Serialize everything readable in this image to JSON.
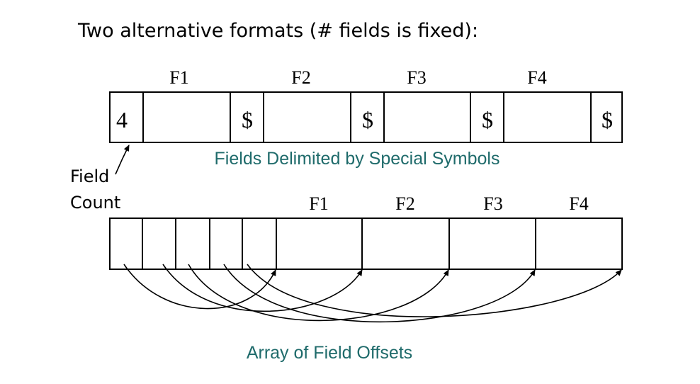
{
  "title": "Two alternative formats (# fields is fixed):",
  "field_count_label": {
    "line1": "Field",
    "line2": "Count"
  },
  "format1": {
    "field_labels": [
      "F1",
      "F2",
      "F3",
      "F4"
    ],
    "count_value": "4",
    "delimiter_symbol": "$",
    "caption": "Fields Delimited by Special Symbols"
  },
  "format2": {
    "field_labels": [
      "F1",
      "F2",
      "F3",
      "F4"
    ],
    "caption": "Array of Field Offsets"
  },
  "colors": {
    "caption": "#1f6b6b",
    "stroke": "#000000"
  }
}
